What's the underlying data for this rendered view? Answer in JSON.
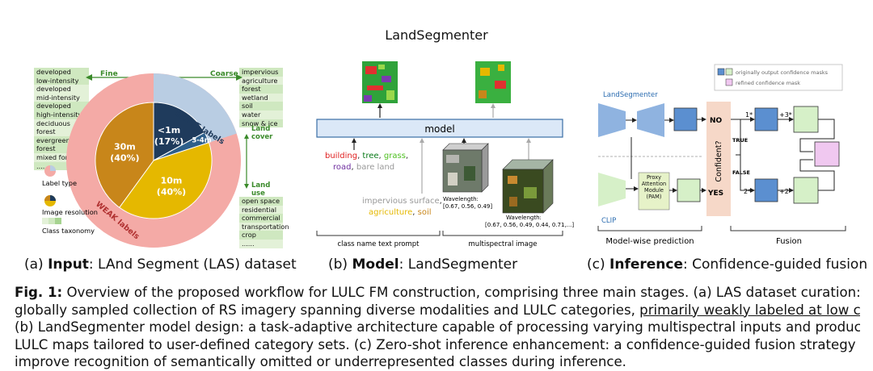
{
  "figure_title": "LandSegmenter",
  "panel_a": {
    "subcaption_prefix": "(a) ",
    "subcaption_bold": "Input",
    "subcaption_rest": ": LAnd Segment (LAS) dataset",
    "fine_label": "Fine",
    "coarse_label": "Coarse",
    "fine_classes": [
      "developed low-intensity",
      "developed mid-intensity",
      "developed high-intensity",
      "deciduous forest",
      "evergreen forest",
      "mixed forest",
      "......"
    ],
    "land_cover_label": "Land cover",
    "land_cover_classes": [
      "impervious",
      "agriculture",
      "forest",
      "wetland",
      "soil",
      "water",
      "snow & ice"
    ],
    "land_use_label": "Land use",
    "land_use_classes": [
      "open space",
      "residential",
      "commercial",
      "transportation",
      "crop",
      "......"
    ],
    "exact_label": "EXACT labels",
    "weak_label": "WEAK labels",
    "pie_slices": [
      {
        "res": "<1m",
        "pct": "(17%)",
        "value": 17,
        "color": "#1f3b5c"
      },
      {
        "res": "3-4m",
        "pct": "",
        "value": 3,
        "color": "#2e5f8a"
      },
      {
        "res": "10m",
        "pct": "(40%)",
        "value": 40,
        "color": "#e5b800"
      },
      {
        "res": "30m",
        "pct": "(40%)",
        "value": 40,
        "color": "#c8861a"
      }
    ],
    "legend": [
      "Label type",
      "Image resolution",
      "Class taxonomy"
    ]
  },
  "panel_b": {
    "subcaption_prefix": "(b) ",
    "subcaption_bold": "Model",
    "subcaption_rest": ": LandSegmenter",
    "model_label": "model",
    "class_words": [
      {
        "text": "building",
        "color": "#e02020"
      },
      {
        "text": ", ",
        "color": "#333"
      },
      {
        "text": "tree",
        "color": "#0a7a1a"
      },
      {
        "text": ", ",
        "color": "#333"
      },
      {
        "text": "grass",
        "color": "#4ec020"
      },
      {
        "text": ",",
        "color": "#333"
      }
    ],
    "class_words2": [
      {
        "text": "road",
        "color": "#7030a0"
      },
      {
        "text": ", ",
        "color": "#333"
      },
      {
        "text": "bare land",
        "color": "#999"
      }
    ],
    "class_words3": [
      {
        "text": "impervious surface",
        "color": "#999"
      },
      {
        "text": ",",
        "color": "#333"
      }
    ],
    "class_words4": [
      {
        "text": "agriculture",
        "color": "#e5b800"
      },
      {
        "text": ", ",
        "color": "#333"
      },
      {
        "text": "soil",
        "color": "#c8861a"
      }
    ],
    "wavelength1_title": "Wavelength:",
    "wavelength1_values": "[0.67, 0.56, 0.49]",
    "wavelength2_title": "Wavelength:",
    "wavelength2_values": "[0.67, 0.56, 0.49, 0.44, 0.71,...]",
    "text_prompt_label": "class name text prompt",
    "ms_image_label": "multispectral image"
  },
  "panel_c": {
    "subcaption_prefix": "(c) ",
    "subcaption_bold": "Inference",
    "subcaption_rest": ": Confidence-guided fusion",
    "legend_original": "originally output confidence masks",
    "legend_refined": "refined confidence mask",
    "landsegmenter_label": "LandSegmenter",
    "clip_label": "CLIP",
    "pam_label": "Proxy Attention Module (PAM)",
    "confident_label": "Confident?",
    "no_label": "NO",
    "yes_label": "YES",
    "true_label": "TRUE",
    "false_label": "FALSE",
    "op1": "1*",
    "op3": "+3*",
    "op2a": "2*",
    "op2b": "+2*",
    "modelwise_label": "Model-wise prediction",
    "fusion_label": "Fusion"
  },
  "caption": {
    "lead": "Fig. 1:",
    "line1": " Overview of the proposed workflow for LULC FM construction, comprising three main stages. (a) LAS dataset curation: a",
    "line2a": "globally sampled collection of RS imagery spanning diverse modalities and LULC categories, ",
    "line2b": "primarily weakly labeled at low cost",
    "line2c": ".",
    "line3": "(b) LandSegmenter model design: a task-adaptive architecture capable of processing varying multispectral inputs and producing",
    "line4": "LULC maps tailored to user-defined category sets. (c) Zero-shot inference enhancement: a confidence-guided fusion strategy to",
    "line5": "improve recognition of semantically omitted or underrepresented classes during inference."
  }
}
